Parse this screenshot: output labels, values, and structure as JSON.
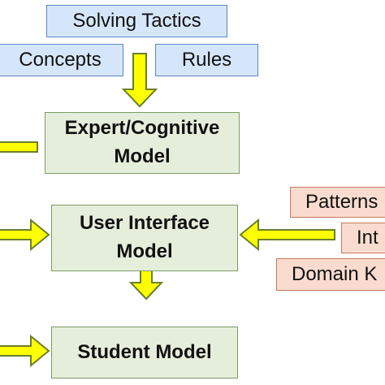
{
  "inputs_top": {
    "solving_tactics": "Solving Tactics",
    "concepts": "Concepts",
    "rules": "Rules"
  },
  "models": {
    "expert": {
      "line1": "Expert/Cognitive",
      "line2": "Model"
    },
    "user_interface": {
      "line1": "User Interface",
      "line2": "Model"
    },
    "student": {
      "line1": "Student Model"
    }
  },
  "inputs_right": {
    "patterns": "Patterns",
    "int": "Int",
    "domain_k": "Domain K"
  },
  "colors": {
    "arrow_fill": "#ffff00",
    "arrow_stroke": "#6b7f2a",
    "blue_box": "#d6e6fa",
    "green_box": "#e5eedb",
    "peach_box": "#f9dccf"
  }
}
